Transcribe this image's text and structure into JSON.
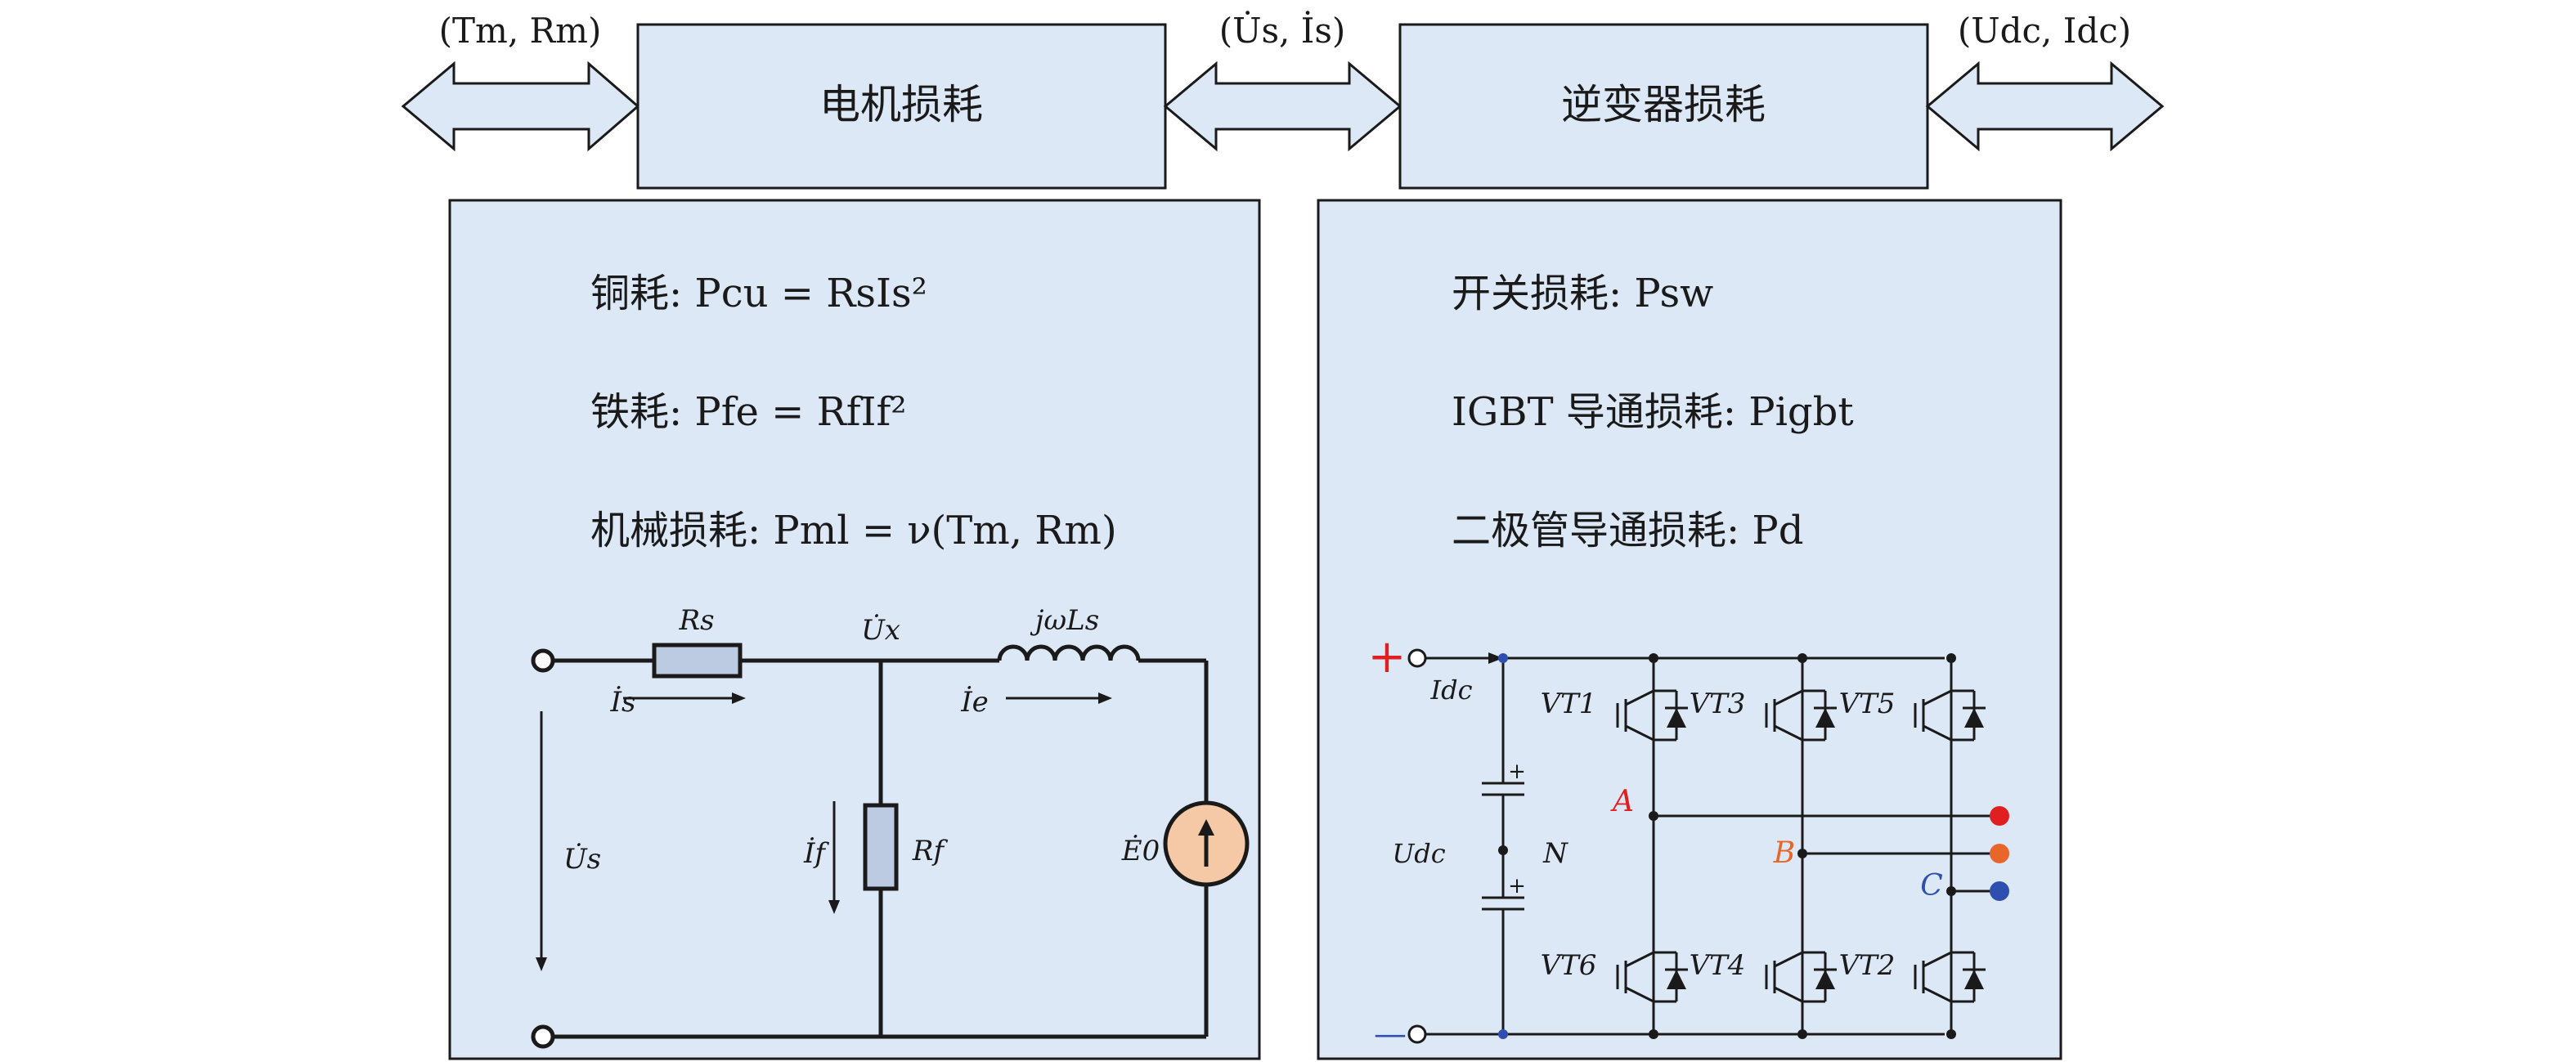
{
  "top": {
    "motor_loss": "电机损耗",
    "inverter_loss": "逆变器损耗",
    "arrow_left": "(Tm, Rm)",
    "arrow_mid": "(U̇s, İs)",
    "arrow_right": "(Udc, Idc)"
  },
  "motor_panel": {
    "copper": "铜耗: Pcu = RsIs²",
    "iron": "铁耗: Pfe = RfIf²",
    "mech": "机械损耗: Pml = ν(Tm, Rm)",
    "circuit": {
      "Rs": "Rs",
      "Ux": "U̇x",
      "jwLs": "jωLs",
      "Is": "İs",
      "Ie": "İe",
      "If": "İf",
      "Rf": "Rf",
      "Us": "U̇s",
      "E0": "Ė0"
    }
  },
  "inverter_panel": {
    "switch": "开关损耗: Psw",
    "igbt": "IGBT 导通损耗: Pigbt",
    "diode": "二极管导通损耗: Pd",
    "circuit": {
      "plus": "+",
      "minus": "—",
      "Idc": "Idc",
      "Udc": "Udc",
      "N": "N",
      "cap_plus": "+",
      "VT1": "VT1",
      "VT3": "VT3",
      "VT5": "VT5",
      "VT6": "VT6",
      "VT4": "VT4",
      "VT2": "VT2",
      "A": "A",
      "B": "B",
      "C": "C"
    }
  },
  "colors": {
    "panel": "#dde8f7",
    "phaseA": "#e02020",
    "phaseB": "#e8662a",
    "phaseC": "#2f4fb0",
    "source": "#f6c9a6"
  }
}
